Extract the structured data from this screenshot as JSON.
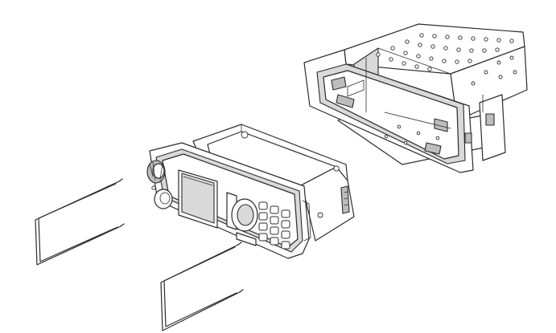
{
  "figure": {
    "components": [
      {
        "name": "mounting-sleeve-frame"
      },
      {
        "name": "radio-unit-with-chassis"
      },
      {
        "name": "removal-key-upper"
      },
      {
        "name": "removal-key-lower"
      }
    ]
  },
  "colors": {
    "line": "#2b2b2b",
    "background": "#ffffff",
    "shade_light": "#d9d9d9",
    "shade_dark": "#bdbdbd"
  }
}
